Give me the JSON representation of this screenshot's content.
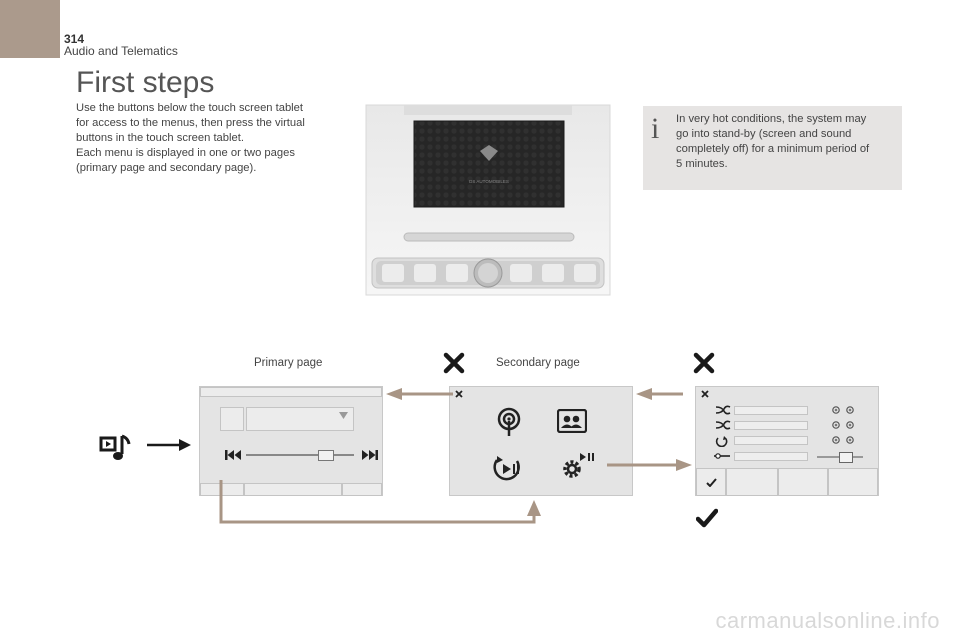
{
  "header": {
    "page_number": "314",
    "section": "Audio and Telematics"
  },
  "title": "First steps",
  "intro": {
    "line1": "Use the buttons below the touch screen tablet",
    "line2": "for access to the menus, then press the virtual",
    "line3": "buttons in the touch screen tablet.",
    "line4": "Each menu is displayed in one or two pages",
    "line5": "(primary page and secondary page)."
  },
  "info": {
    "icon": "info-icon",
    "line1": "In very hot conditions, the system may",
    "line2": "go into stand-by (screen and sound",
    "line3": "completely off) for a minimum period of",
    "line4": "5 minutes."
  },
  "device": {
    "logo_text": "DS AUTOMOBILES"
  },
  "labels": {
    "primary": "Primary page",
    "secondary": "Secondary page"
  },
  "footer": {
    "watermark": "carmanualsonline.info"
  },
  "colors": {
    "accent": "#ab9a8c",
    "arrow": "#a89585",
    "info_bg": "#e6e4e3",
    "screen_bg": "#e4e4e4"
  },
  "icons": [
    "media-icon",
    "arrow-right-icon",
    "close-icon",
    "check-icon",
    "radio-icon",
    "contacts-icon",
    "play-pause-icon",
    "settings-icon",
    "shuffle-icon",
    "repeat-icon",
    "previous-icon",
    "next-icon"
  ]
}
